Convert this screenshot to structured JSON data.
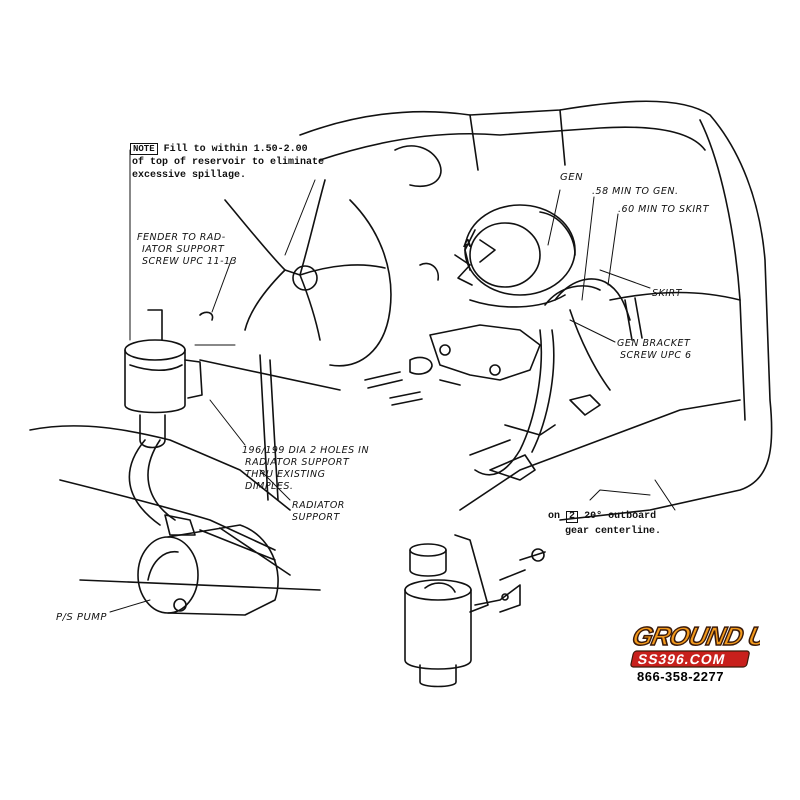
{
  "labels": {
    "note_tag": "NOTE",
    "note_line1": "Fill to within 1.50-2.00",
    "note_line2": "of top of reservoir to eliminate",
    "note_line3": "excessive spillage.",
    "fender_line1": "FENDER TO RAD-",
    "fender_line2": "IATOR SUPPORT",
    "fender_line3": "SCREW UPC 11-13",
    "gen": "GEN",
    "min_gen": ".58 MIN TO GEN.",
    "min_skirt": ".60 MIN TO SKIRT",
    "skirt": "SKIRT",
    "gen_bracket_line1": "GEN BRACKET",
    "gen_bracket_line2": "SCREW UPC 6",
    "holes_line1": "196/199 DIA 2 HOLES IN",
    "holes_line2": "RADIATOR SUPPORT",
    "holes_line3": "THRU EXISTING",
    "holes_line4": "DIMPLES.",
    "radiator_line1": "RADIATOR",
    "radiator_line2": "SUPPORT",
    "ps_pump": "P/S PUMP",
    "outboard_pre": "on",
    "outboard_num": "2",
    "outboard_line1": "20° outboard",
    "outboard_line2": "gear centerline.",
    "callout_a": "A"
  },
  "brand": {
    "logo_top": "GROUND UP",
    "logo_bottom": "SS396.COM",
    "phone": "866-358-2277",
    "colors": {
      "logo_orange": "#f39a1c",
      "logo_red": "#c8201c",
      "logo_outline": "#3a1a0a",
      "ink": "#111111"
    }
  }
}
